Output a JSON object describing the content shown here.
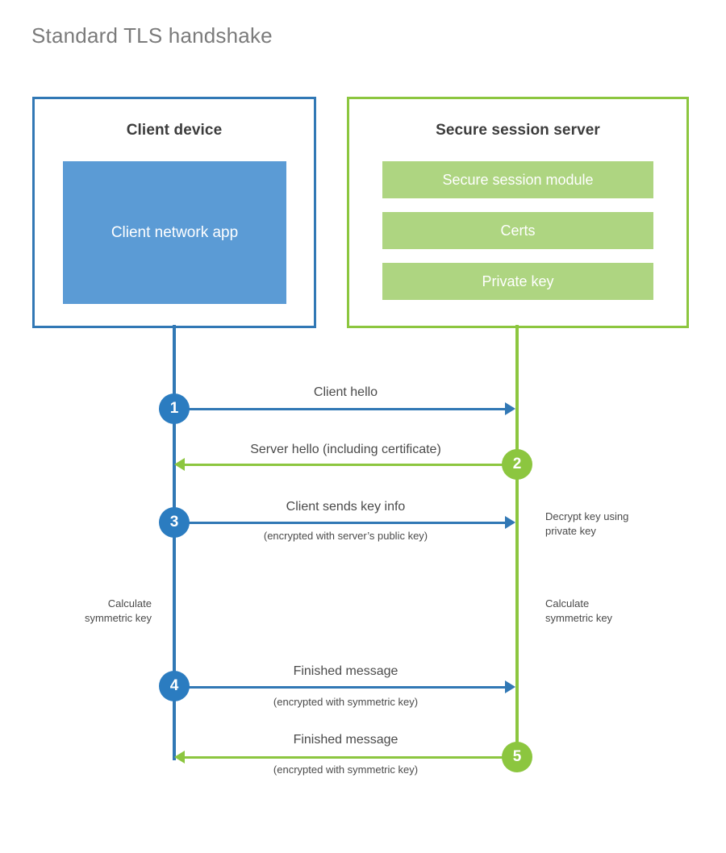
{
  "title": "Standard TLS handshake",
  "colors": {
    "client_accent": "#3178b5",
    "client_fill": "#5b9bd5",
    "server_accent": "#8cc63f",
    "server_fill": "#aed581",
    "title_text": "#7b7b7b",
    "body_text": "#4a4a4a",
    "heading_text": "#3c3c3c"
  },
  "client": {
    "title": "Client device",
    "app_label": "Client network app"
  },
  "server": {
    "title": "Secure session server",
    "blocks": [
      {
        "label": "Secure session module"
      },
      {
        "label": "Certs"
      },
      {
        "label": "Private key"
      }
    ]
  },
  "steps": [
    {
      "number": "1",
      "label": "Client hello",
      "sublabel": "",
      "direction": "client-to-server",
      "color": "blue"
    },
    {
      "number": "2",
      "label": "Server hello (including certificate)",
      "sublabel": "",
      "direction": "server-to-client",
      "color": "green"
    },
    {
      "number": "3",
      "label": "Client sends key info",
      "sublabel": "(encrypted with server’s public key)",
      "direction": "client-to-server",
      "color": "blue"
    },
    {
      "number": "4",
      "label": "Finished message",
      "sublabel": "(encrypted with symmetric key)",
      "direction": "client-to-server",
      "color": "blue"
    },
    {
      "number": "5",
      "label": "Finished message",
      "sublabel": "(encrypted with symmetric key)",
      "direction": "server-to-client",
      "color": "green"
    }
  ],
  "notes": {
    "decrypt_key": "Decrypt key using\nprivate key",
    "decrypt_key_line1": "Decrypt key using",
    "decrypt_key_line2": "private key",
    "client_calculate_line1": "Calculate",
    "client_calculate_line2": "symmetric key",
    "server_calculate_line1": "Calculate",
    "server_calculate_line2": "symmetric key"
  }
}
